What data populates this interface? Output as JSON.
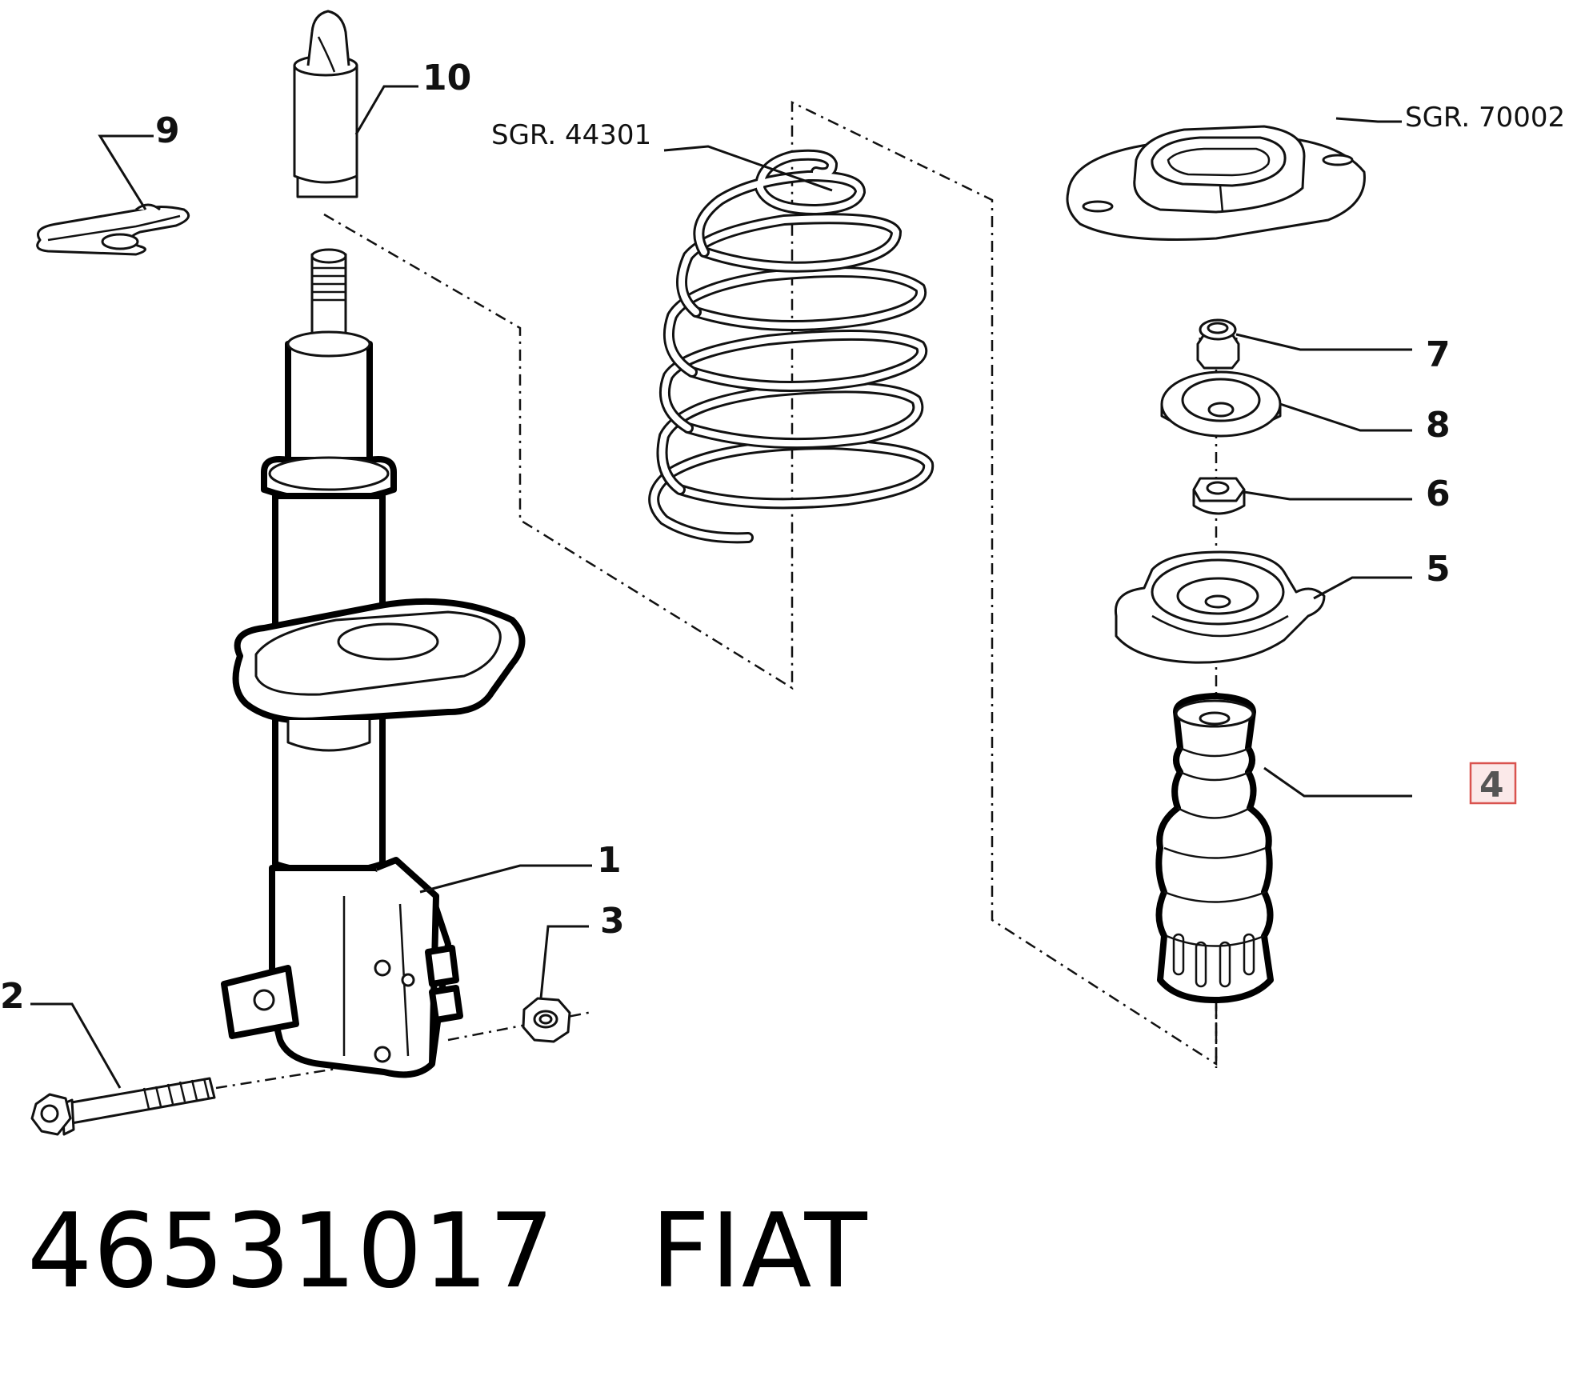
{
  "callouts": {
    "c1": "1",
    "c2": "2",
    "c3": "3",
    "c4": "4",
    "c5": "5",
    "c6": "6",
    "c7": "7",
    "c8": "8",
    "c9": "9",
    "c10": "10"
  },
  "references": {
    "spring": "SGR. 44301",
    "top_mount": "SGR. 70002"
  },
  "highlight": {
    "callout": "4",
    "border_color": "#d9534f",
    "fill_color": "#fbe9e9"
  },
  "footer": {
    "part_number": "46531017",
    "brand": "FIAT"
  }
}
